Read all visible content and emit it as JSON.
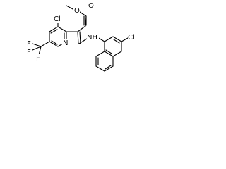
{
  "molecule": {
    "labels": {
      "methoxy_o": "O",
      "carbonyl_o": "O",
      "ring_cl": "Cl",
      "ring_n": "N",
      "cf3_group": "F",
      "amine_nh": "NH",
      "naph_cl": "Cl"
    },
    "atom_color": "#000000",
    "bond_color": "#000000"
  }
}
